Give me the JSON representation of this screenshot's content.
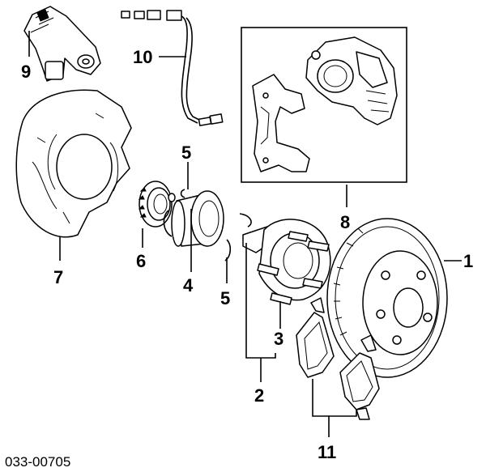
{
  "diagram": {
    "reference_code": "033-00705",
    "callouts": [
      {
        "id": "c1",
        "label": "1"
      },
      {
        "id": "c2",
        "label": "2"
      },
      {
        "id": "c3",
        "label": "3"
      },
      {
        "id": "c4",
        "label": "4"
      },
      {
        "id": "c5a",
        "label": "5"
      },
      {
        "id": "c5b",
        "label": "5"
      },
      {
        "id": "c6",
        "label": "6"
      },
      {
        "id": "c7",
        "label": "7"
      },
      {
        "id": "c8",
        "label": "8"
      },
      {
        "id": "c9",
        "label": "9"
      },
      {
        "id": "c10",
        "label": "10"
      },
      {
        "id": "c11",
        "label": "11"
      }
    ]
  }
}
